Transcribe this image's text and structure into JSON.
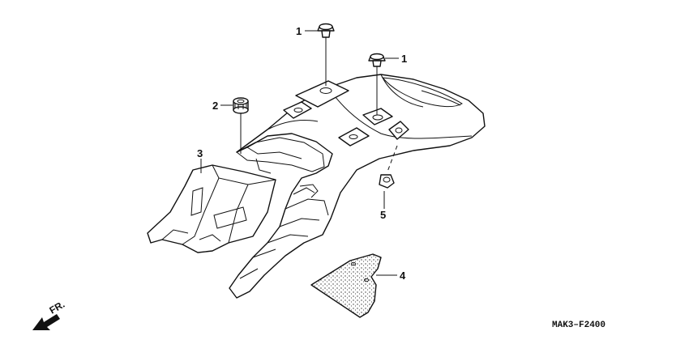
{
  "callouts": {
    "bolt_top": "1",
    "bolt_right": "1",
    "grommet": "2",
    "inner_fender": "3",
    "mud_flap": "4",
    "nut": "5"
  },
  "diagram_code": "MAK3–F2400",
  "direction_label": "FR."
}
